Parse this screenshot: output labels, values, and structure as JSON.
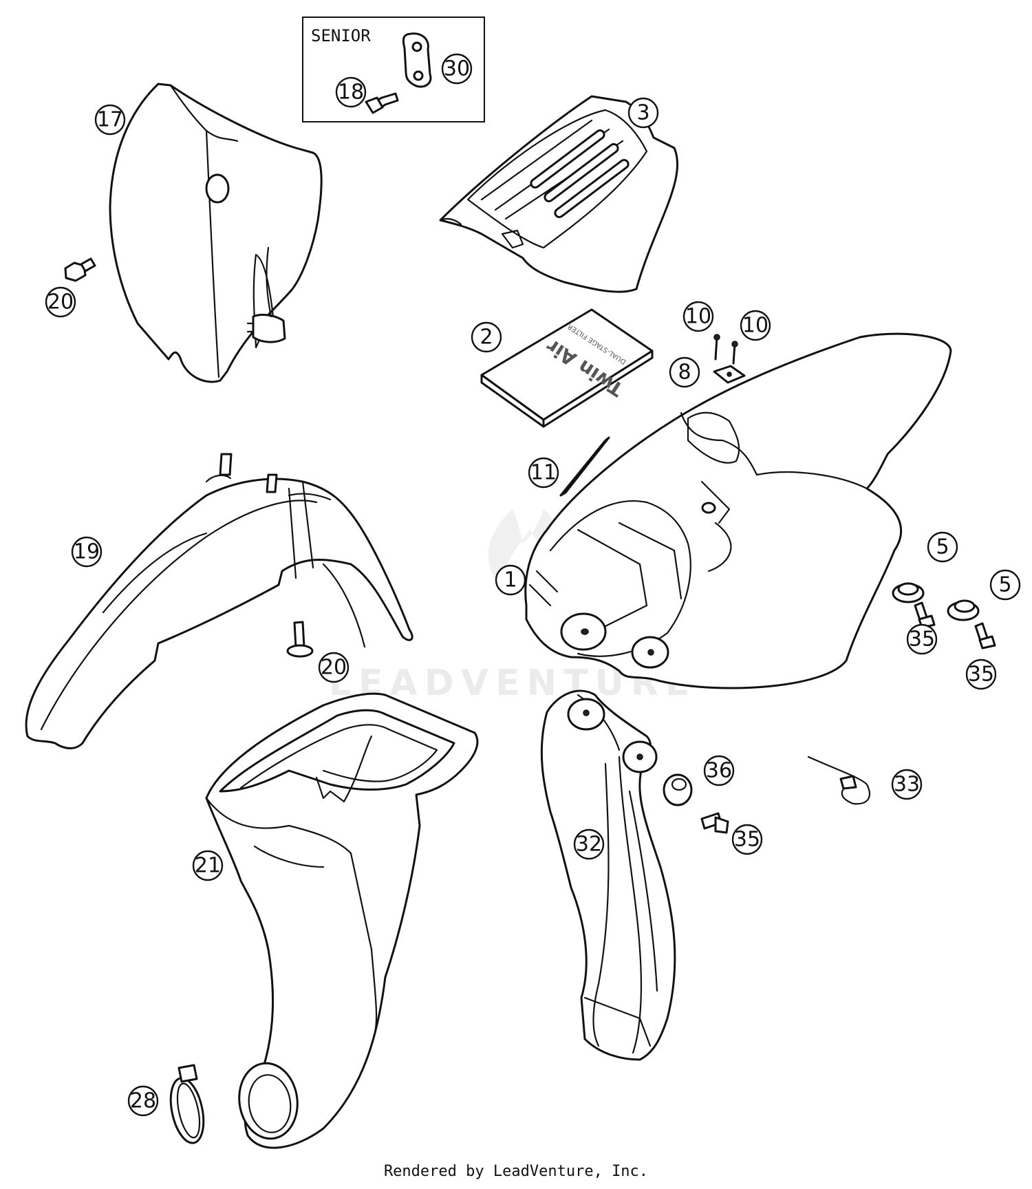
{
  "diagram": {
    "inset_label": "SENIOR",
    "filter_box_brand": "Twin Air",
    "filter_box_subtitle": "DUAL-STAGE FILTER",
    "watermark": "LEADVENTURE",
    "callouts": [
      "1",
      "2",
      "3",
      "5",
      "5",
      "8",
      "10",
      "10",
      "11",
      "17",
      "18",
      "19",
      "20",
      "20",
      "21",
      "28",
      "30",
      "32",
      "33",
      "35",
      "35",
      "35",
      "36"
    ]
  },
  "footer": {
    "text": "Rendered by LeadVenture, Inc."
  }
}
